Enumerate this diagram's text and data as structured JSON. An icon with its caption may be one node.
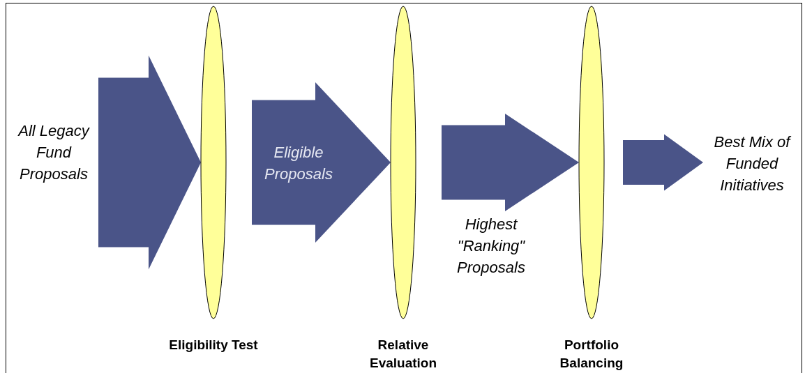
{
  "diagram": {
    "nodes": [
      {
        "text": [
          "All Legacy Fund Proposals"
        ]
      },
      {
        "text": [
          "Eligibility Test"
        ]
      },
      {
        "text": [
          "Relative Evaluation"
        ]
      },
      {
        "text": [
          "Portfolio Balancing"
        ]
      },
      {
        "text": [
          "Best Mix of Funded Initiatives"
        ]
      }
    ],
    "edges": [
      {
        "from": 0,
        "to": 1,
        "arrow": "to",
        "style": "thick"
      },
      {
        "from": 1,
        "to": 2,
        "arrow": "to",
        "style": "thick",
        "label": "Eligible Proposals"
      },
      {
        "from": 2,
        "to": 3,
        "arrow": "to",
        "style": "thick",
        "label": "Highest \"Ranking\" Proposals"
      },
      {
        "from": 3,
        "to": 4,
        "arrow": "to",
        "style": "thick"
      }
    ]
  }
}
